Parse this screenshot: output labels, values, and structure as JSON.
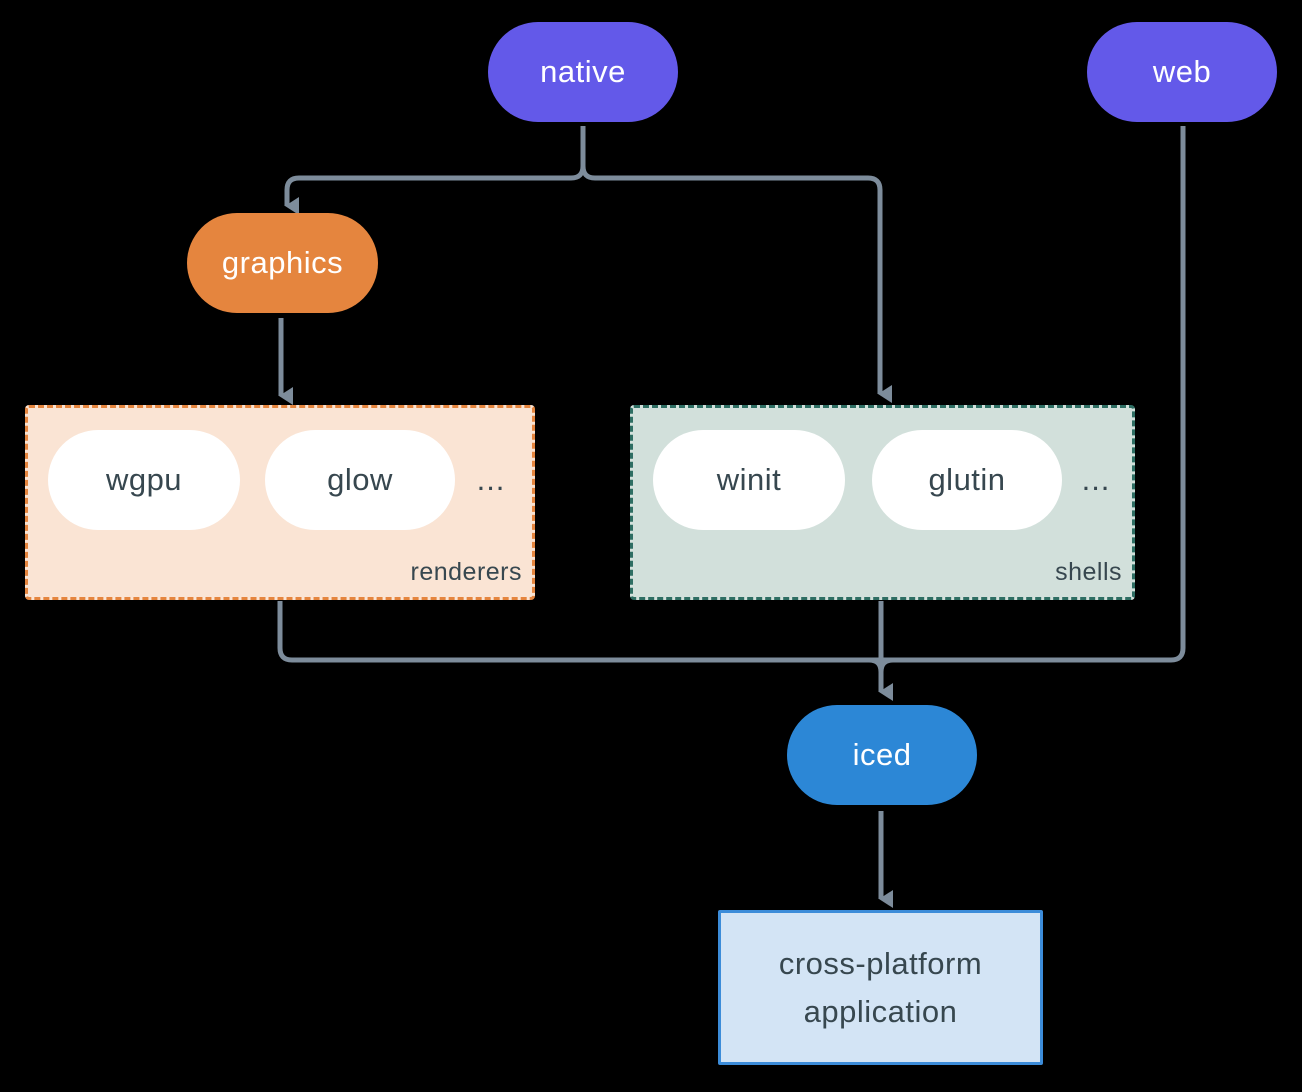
{
  "diagram": {
    "nodes": {
      "native": {
        "label": "native",
        "color": "#6359e9",
        "text_color": "#ffffff"
      },
      "web": {
        "label": "web",
        "color": "#6359e9",
        "text_color": "#ffffff"
      },
      "graphics": {
        "label": "graphics",
        "color": "#e5853e",
        "text_color": "#ffffff"
      },
      "iced": {
        "label": "iced",
        "color": "#2c87d6",
        "text_color": "#ffffff"
      },
      "application": {
        "label": "cross-platform application",
        "bg": "#d3e4f5",
        "border": "#3c8cd9",
        "text_color": "#37474f"
      }
    },
    "groups": {
      "renderers": {
        "label": "renderers",
        "items": [
          "wgpu",
          "glow"
        ],
        "ellipsis": "...",
        "bg": "#fae4d4",
        "border": "#e5853e"
      },
      "shells": {
        "label": "shells",
        "items": [
          "winit",
          "glutin"
        ],
        "ellipsis": "...",
        "bg": "#d2e0db",
        "border": "#2e6e63"
      }
    },
    "edges": [
      {
        "from": "native",
        "to": "graphics"
      },
      {
        "from": "native",
        "to": "shells"
      },
      {
        "from": "graphics",
        "to": "renderers"
      },
      {
        "from": "renderers",
        "to": "iced"
      },
      {
        "from": "shells",
        "to": "iced"
      },
      {
        "from": "web",
        "to": "iced"
      },
      {
        "from": "iced",
        "to": "application"
      }
    ],
    "connector_color": "#7d8c9b",
    "background": "#000000"
  }
}
